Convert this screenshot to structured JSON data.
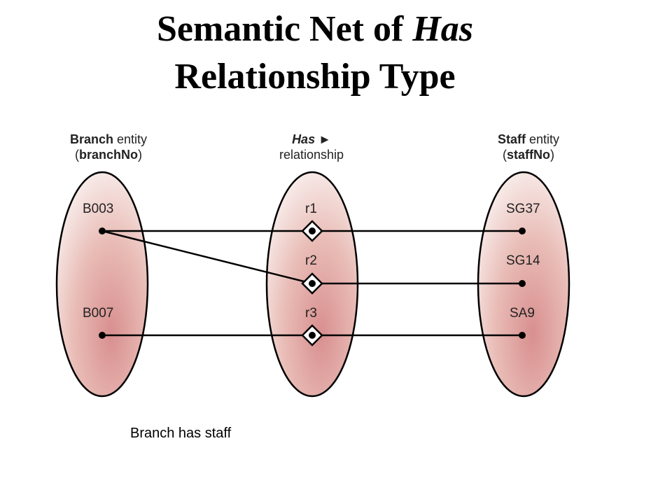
{
  "title": {
    "line1_prefix": "Semantic Net of",
    "line1_italic": "Has",
    "line2": "Relationship Type"
  },
  "headers": {
    "branch": {
      "bold": "Branch",
      "rest": "entity",
      "open": "(",
      "key": "branchNo",
      "close": ")"
    },
    "has": {
      "italic": "Has",
      "arrow": "►",
      "line2": "relationship"
    },
    "staff": {
      "bold": "Staff",
      "rest": "entity",
      "open": "(",
      "key": "staffNo",
      "close": ")"
    }
  },
  "branch_nodes": [
    "B003",
    "B007"
  ],
  "relationship_nodes": [
    "r1",
    "r2",
    "r3"
  ],
  "staff_nodes": [
    "SG37",
    "SG14",
    "SA9"
  ],
  "connections": [
    {
      "branch": "B003",
      "relationship": "r1",
      "staff": "SG37"
    },
    {
      "branch": "B003",
      "relationship": "r2",
      "staff": "SG14"
    },
    {
      "branch": "B007",
      "relationship": "r3",
      "staff": "SA9"
    }
  ],
  "caption": "Branch has staff",
  "colors": {
    "ellipse_center": "#d88f8f",
    "ellipse_edge": "#f8ecea",
    "line": "#000000"
  }
}
